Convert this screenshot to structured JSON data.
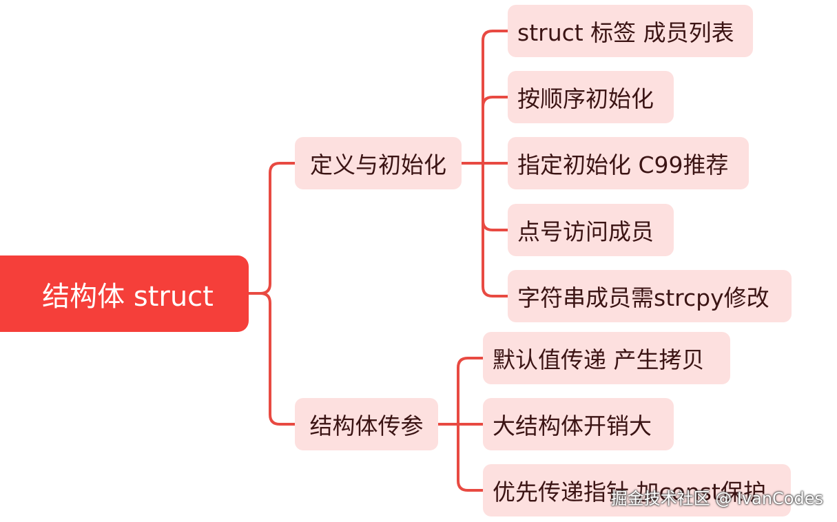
{
  "root": {
    "label": "结构体 struct"
  },
  "branches": [
    {
      "label": "定义与初始化",
      "children": [
        {
          "label": "struct 标签 成员列表"
        },
        {
          "label": "按顺序初始化"
        },
        {
          "label": "指定初始化 C99推荐"
        },
        {
          "label": "点号访问成员"
        },
        {
          "label": "字符串成员需strcpy修改"
        }
      ]
    },
    {
      "label": "结构体传参",
      "children": [
        {
          "label": "默认值传递 产生拷贝"
        },
        {
          "label": "大结构体开销大"
        },
        {
          "label": "优先传递指针 加const保护"
        }
      ]
    }
  ],
  "watermark": "掘金技术社区 @ IvanCodes",
  "colors": {
    "line": "#e84a42",
    "root_fill": "#f53f3a",
    "node_fill": "#fde0df",
    "text": "#3b1414"
  }
}
